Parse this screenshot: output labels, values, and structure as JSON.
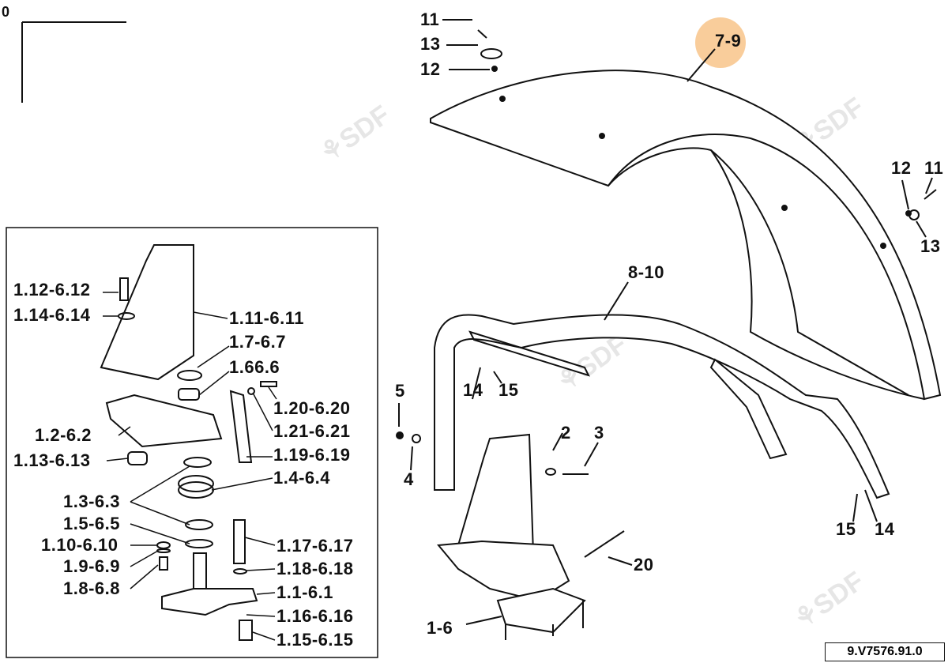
{
  "diagram": {
    "origin_label": "0",
    "hotspot_color": "#f8c890",
    "watermark": "SDF",
    "drawing_code": "9.V7576.91.0",
    "main_labels": [
      "11",
      "13",
      "12",
      "7-9",
      "12",
      "11",
      "13",
      "8-10",
      "5",
      "14",
      "15",
      "2",
      "3",
      "4",
      "15",
      "14",
      "20",
      "1-6"
    ],
    "inset_labels": [
      "1.12-6.12",
      "1.14-6.14",
      "1.11-6.11",
      "1.7-6.7",
      "1.66.6",
      "1.20-6.20",
      "1.21-6.21",
      "1.2-6.2",
      "1.13-6.13",
      "1.19-6.19",
      "1.4-6.4",
      "1.3-6.3",
      "1.5-6.5",
      "1.10-6.10",
      "1.9-6.9",
      "1.8-6.8",
      "1.17-6.17",
      "1.18-6.18",
      "1.1-6.1",
      "1.16-6.16",
      "1.15-6.15"
    ]
  }
}
